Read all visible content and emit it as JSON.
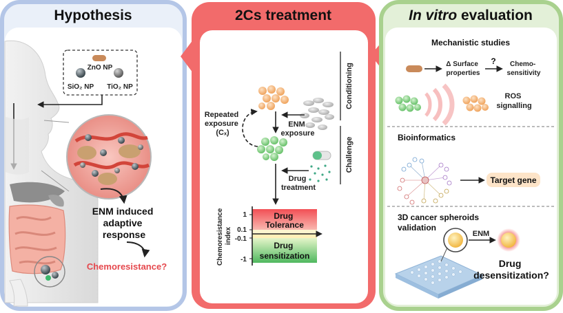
{
  "panels": {
    "hypothesis": {
      "title": "Hypothesis",
      "particles": {
        "zno": "ZnO NP",
        "sio2": "SiO₂ NP",
        "tio2": "TiO₂ NP"
      },
      "response_lines": [
        "ENM induced",
        "adaptive",
        "response"
      ],
      "question": "Chemoresistance?"
    },
    "treatment": {
      "title": "2Cs treatment",
      "conditioning": "Conditioning",
      "challenge": "Challenge",
      "repeated_lines": [
        "Repeated",
        "exposure",
        "(Cₓ)"
      ],
      "enm_exposure_lines": [
        "ENM",
        "exposure"
      ],
      "drug_treatment_lines": [
        "Drug",
        "treatment"
      ],
      "axis_label_lines": [
        "Chemoresistance",
        "index"
      ],
      "ticks": [
        "1",
        "0.1",
        "-0.1",
        "-1"
      ],
      "tolerance": [
        "Drug",
        "Tolerance"
      ],
      "sensitization": [
        "Drug",
        "sensitization"
      ]
    },
    "evaluation": {
      "title_italic": "In vitro",
      "title_rest": " evaluation",
      "mechanistic": {
        "title": "Mechanistic studies",
        "delta_lines": [
          "Δ Surface",
          "properties"
        ],
        "question": "?",
        "chemo_lines": [
          "Chemo-",
          "sensitivity"
        ],
        "ros_lines": [
          "ROS",
          "signalling"
        ]
      },
      "bioinformatics": {
        "title": "Bioinformatics",
        "target": "Target gene"
      },
      "spheroids": {
        "title_lines": [
          "3D cancer spheroids",
          "validation"
        ],
        "enm": "ENM",
        "drug_lines": [
          "Drug",
          "desensitization?"
        ]
      }
    }
  },
  "colors": {
    "hyp_border": "#b4c6e7",
    "treat_border": "#f26b6b",
    "eval_border": "#a9d18e",
    "tolerance": "#f2575b",
    "sensitization": "#5cbf6a",
    "cells_green": "#8fd48c",
    "cells_orange": "#f3b37a"
  }
}
